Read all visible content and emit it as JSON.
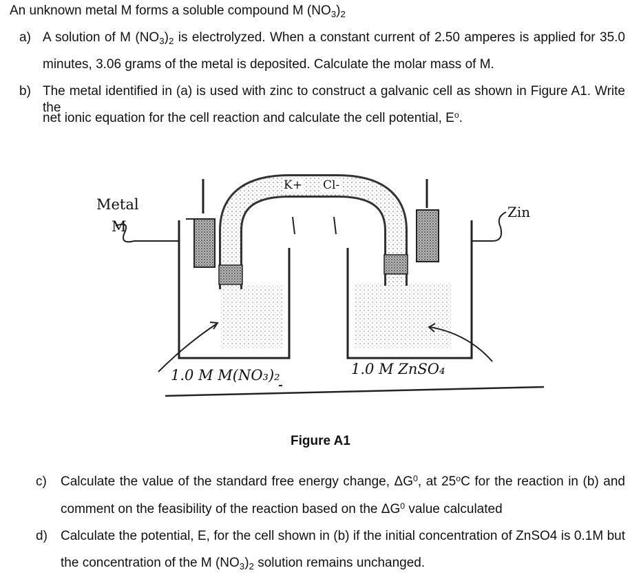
{
  "intro": {
    "text": "An unknown metal M forms a soluble compound M (NO",
    "sub": "3",
    "after": ")",
    "sub2": "2"
  },
  "part_a": {
    "label": "a)",
    "line1_pre": "A solution of M (NO",
    "line1_sub": "3",
    "line1_mid": ")",
    "line1_sub2": "2",
    "line1_post": " is electrolyzed. When a constant current of 2.50 amperes is applied for 35.0",
    "line2": "minutes, 3.06 grams of the metal is deposited. Calculate the molar mass of M."
  },
  "part_b": {
    "label": "b)",
    "line1": "The metal identified in (a) is used with zinc to construct a galvanic cell as shown in Figure A1. Write the",
    "line2_pre": "net ionic equation for the cell reaction and calculate the cell potential, E",
    "line2_sup": "o",
    "line2_post": "."
  },
  "figure": {
    "metal_label_1": "Metal",
    "metal_label_2": "M",
    "zinc_label": "Zin",
    "bridge_k": "K+",
    "bridge_cl": "Cl-",
    "left_solution": "1.0 M M(NO₃)₂",
    "right_solution": "1.0 M ZnSO₄",
    "caption": "Figure A1"
  },
  "part_c": {
    "label": "c)",
    "line1_pre": "Calculate the value of the standard free energy change, ΔG",
    "line1_sup": "0",
    "line1_mid": ", at 25",
    "line1_sup2": "o",
    "line1_post": "C for the reaction in (b) and",
    "line2_pre": "comment on the feasibility of the reaction based on the ΔG",
    "line2_sup": "0",
    "line2_post": " value calculated"
  },
  "part_d": {
    "label": "d)",
    "line1": "Calculate the potential, E, for the cell shown in (b) if the initial concentration of ZnSO4 is 0.1M but",
    "line2_pre": "the concentration of the M (NO",
    "line2_sub": "3",
    "line2_mid": ")",
    "line2_sub2": "2",
    "line2_post": " solution remains unchanged."
  }
}
